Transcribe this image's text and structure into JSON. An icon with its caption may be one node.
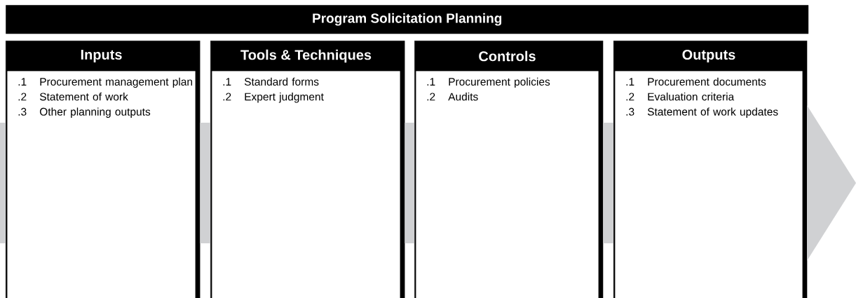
{
  "diagram": {
    "title": "Program Solicitation Planning",
    "nodes": [
      {
        "text": [
          "Inputs",
          ".1",
          "Procurement management plan",
          ".2",
          "Statement of work",
          ".3",
          "Other planning outputs"
        ]
      },
      {
        "text": [
          "Tools & Techniques",
          ".1",
          "Standard forms",
          ".2",
          "Expert judgment"
        ]
      },
      {
        "text": [
          "Controls",
          ".1",
          "Procurement policies",
          ".2",
          "Audits"
        ]
      },
      {
        "text": [
          "Outputs",
          ".1",
          "Procurement documents",
          ".2",
          "Evaluation criteria",
          ".3",
          "Statement of work updates"
        ]
      }
    ],
    "edges": [
      {
        "from": null,
        "to": 0,
        "arrow": "none"
      },
      {
        "from": 0,
        "to": 1,
        "arrow": "none"
      },
      {
        "from": 1,
        "to": 2,
        "arrow": "none"
      },
      {
        "from": 2,
        "to": 3,
        "arrow": "none"
      },
      {
        "from": 3,
        "to": null,
        "arrow": "to"
      }
    ]
  }
}
